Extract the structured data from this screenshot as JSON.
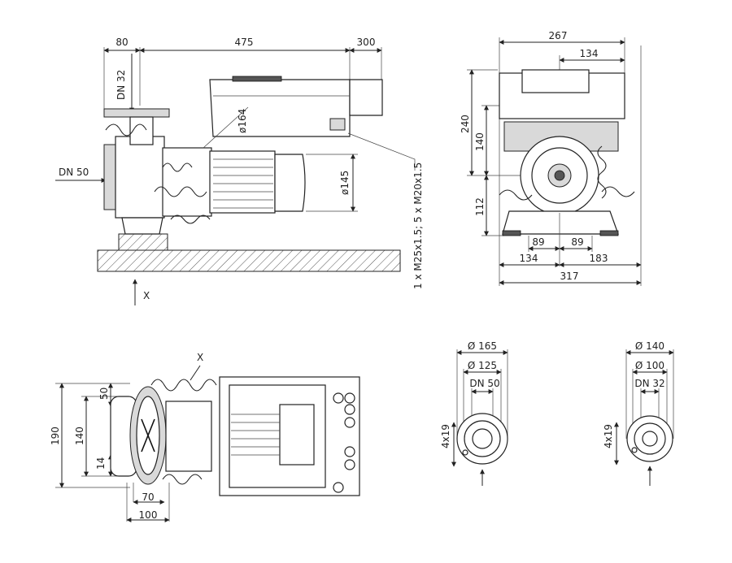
{
  "drawing": {
    "side_view": {
      "dims": {
        "top_left": "80",
        "top_mid": "475",
        "top_right": "300",
        "dn_outlet": "DN 32",
        "dn_inlet": "DN 50",
        "dia_164": "ø164",
        "dia_145": "ø145",
        "cable_glands": "1 x M25x1.5; 5 x M20x1.5",
        "axis_mark": "X"
      }
    },
    "front_view": {
      "dims": {
        "w267": "267",
        "w134_top": "134",
        "h240": "240",
        "h140": "140",
        "h112": "112",
        "w89_left": "89",
        "w89_right": "89",
        "w134_bottom": "134",
        "w183": "183",
        "w317": "317"
      }
    },
    "top_view": {
      "dims": {
        "axis_mark": "X",
        "h190": "190",
        "h140": "140",
        "h50": "50",
        "h14": "14",
        "w70": "70",
        "w100": "100"
      }
    },
    "flange_dn50": {
      "d165": "Ø 165",
      "d125": "Ø 125",
      "dn": "DN 50",
      "holes": "4x19"
    },
    "flange_dn32": {
      "d140": "Ø 140",
      "d100": "Ø 100",
      "dn": "DN 32",
      "holes": "4x19"
    }
  }
}
